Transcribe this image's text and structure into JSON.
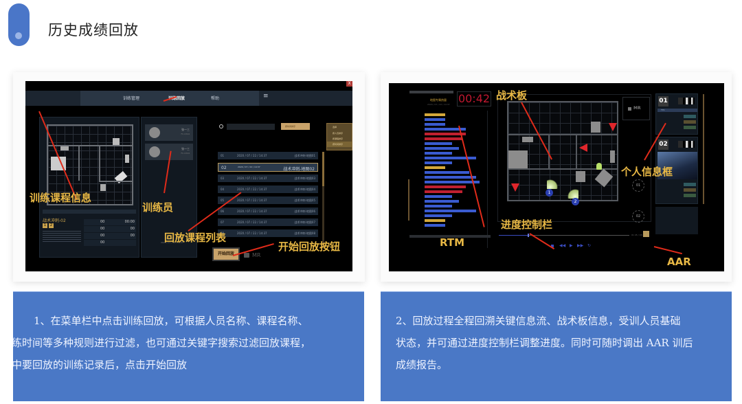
{
  "header": {
    "title": "历史成绩回放",
    "accent_color": "#4a76c8"
  },
  "left_panel": {
    "screenshot": {
      "close_label": "X",
      "nav": {
        "items": [
          "训练管理",
          "训练回放",
          "帮助"
        ],
        "active": "训练回放",
        "menu_icon": "≡"
      },
      "trainees": [
        {
          "name": "张一三",
          "id": "FC-0344"
        },
        {
          "name": "张一三",
          "id": "FC-0344"
        }
      ],
      "course_info": {
        "course_name": "战术冲刺-02",
        "badges": [
          "1",
          "2"
        ],
        "stats": [
          {
            "label": "训练时长",
            "value": "00"
          },
          {
            "label": "训练时间",
            "value": "00:00"
          },
          {
            "label": "命中次数",
            "value": "00"
          },
          {
            "label": "击杀数",
            "value": "00"
          },
          {
            "label": "伤亡数",
            "value": "00"
          },
          {
            "label": "有效射击",
            "value": "00"
          },
          {
            "label": "误伤次数",
            "value": "00"
          }
        ]
      },
      "trainee_footer": {
        "info": "训练时长：02:59",
        "date": "2020 / 07 / 22 / 14:37"
      },
      "filter": {
        "selected": "按时间排序",
        "sort_selected": "选择",
        "sort_options": [
          "按人员排序",
          "按课程排序",
          "按时间排序"
        ]
      },
      "replay_list": [
        {
          "no": "01",
          "date": "2020 / 07 / 22 / 14:37",
          "course": "战术冲刺-地图01"
        },
        {
          "no": "02",
          "date": "2020 / 07 / 22 / 14:37",
          "course": "战术冲刺-地图02",
          "selected": true
        },
        {
          "no": "03",
          "date": "2020 / 07 / 22 / 14:37",
          "course": "战术冲刺-地图03"
        },
        {
          "no": "04",
          "date": "2020 / 07 / 22 / 14:37",
          "course": "战术冲刺-地图04"
        },
        {
          "no": "05",
          "date": "2020 / 07 / 22 / 14:37",
          "course": "战术冲刺-地图05"
        },
        {
          "no": "06",
          "date": "2020 / 07 / 22 / 14:37",
          "course": "战术冲刺-地图06"
        },
        {
          "no": "07",
          "date": "2020 / 07 / 22 / 14:37",
          "course": "战术冲刺-地图07"
        },
        {
          "no": "08",
          "date": "2020 / 07 / 22 / 14:37",
          "course": "战术冲刺-地图08"
        }
      ],
      "start_button": "开始回放",
      "mr_label": "MR"
    },
    "annotations": {
      "course_info": "训练课程信息",
      "trainee": "训练员",
      "replay_list": "回放课程列表",
      "start_button": "开始回放按钮"
    },
    "description": [
      "1、在菜单栏中点击训练回放，可根据人员名称、课程名称、",
      "练时间等多种规则进行过滤，也可通过关键字搜索过滤回放课程，",
      "中要回放的训练记录后，点击开始回放"
    ]
  },
  "right_panel": {
    "screenshot": {
      "timer": "00:42",
      "map_title": "地图专属热量",
      "map_date": "2020 / 07 / 22 / 14:37",
      "mr_label": "MR",
      "trainees": [
        {
          "no": "01",
          "mode": "FPV",
          "stats": [
            "100%",
            "100%",
            "100%"
          ]
        },
        {
          "no": "02"
        }
      ],
      "circle_labels": [
        "01",
        "02"
      ],
      "markers": [
        "1",
        "2"
      ],
      "progress": {
        "time": "01:45 / 03:25",
        "percent": 22
      },
      "controls": [
        "stop",
        "rewind",
        "play",
        "fast-forward",
        "replay"
      ],
      "aar_label": "AAR"
    },
    "annotations": {
      "tactical_board": "战术板",
      "info_box": "个人信息框",
      "rtm": "RTM",
      "progress_bar": "进度控制栏",
      "aar": "AAR"
    },
    "description": [
      "2、回放过程全程回溯关键信息流、战术板信息，受训人员基础",
      "状态，并可通过进度控制栏调整进度。同时可随时调出 AAR 训后",
      "成绩报告。"
    ]
  }
}
